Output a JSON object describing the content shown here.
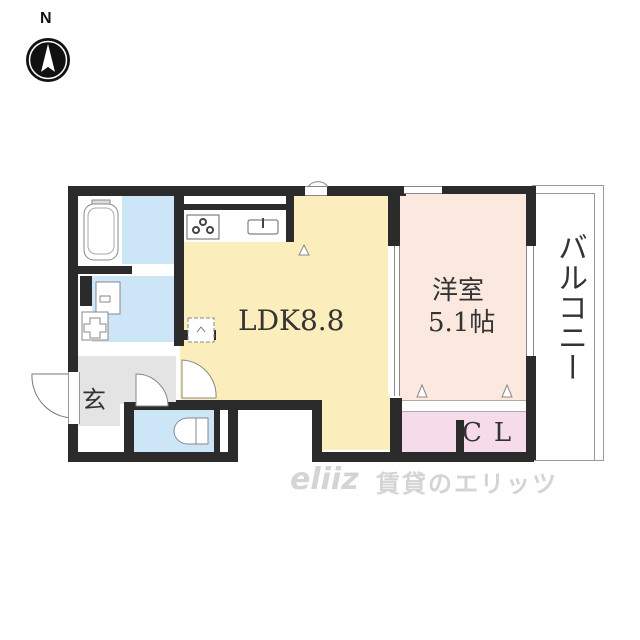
{
  "compass": {
    "label": "N",
    "icon": "north-arrow-icon"
  },
  "rooms": {
    "ldk": {
      "label": "LDK8.8",
      "color": "#fbeebc"
    },
    "western_room": {
      "label_line1": "洋室",
      "label_line2": "5.1帖",
      "color": "#fbe9df"
    },
    "closet": {
      "label": "CL",
      "color": "#f6dcea"
    },
    "entrance": {
      "label": "玄",
      "color": "#e4e4e4"
    },
    "balcony": {
      "label": "バルコニー",
      "color": "#ffffff"
    },
    "bathroom": {
      "color": "#cce6f8"
    },
    "washroom": {
      "color": "#cce6f8"
    },
    "toilet": {
      "color": "#cce6f8"
    }
  },
  "fixtures": {
    "bathtub": "bathtub-icon",
    "washbasin": "washbasin-icon",
    "washing_machine": "washing-machine-pan-icon",
    "stove": "stove-icon",
    "sink": "sink-icon",
    "fridge": "refrigerator-space-icon",
    "toilet": "toilet-icon"
  },
  "watermark": {
    "logo": "eliiz",
    "text": "賃貸のエリッツ"
  },
  "colors": {
    "wall": "#2b2b2b",
    "ldk": "#fbeebc",
    "western_room": "#fbe9df",
    "closet": "#f6dcea",
    "wet_area": "#cce6f8",
    "entrance": "#e4e4e4"
  }
}
